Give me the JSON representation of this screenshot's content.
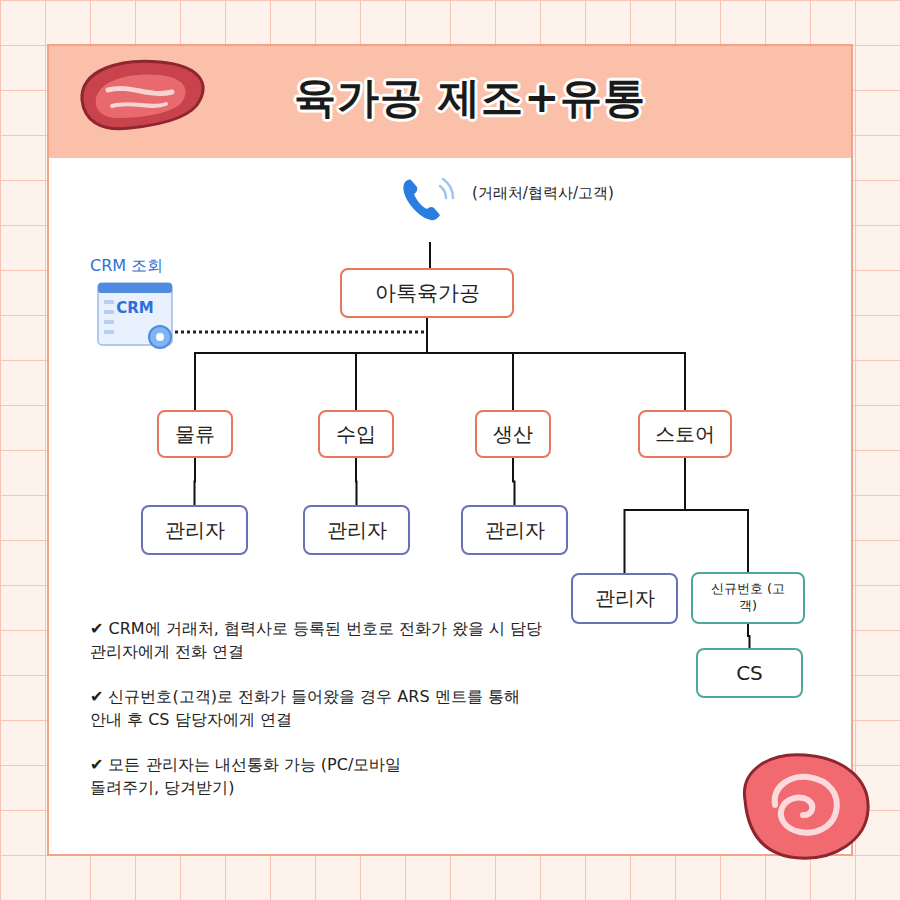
{
  "diagram": {
    "title": "육가공 제조+유통",
    "nodes": [
      {
        "text": [
          "아톡육가공"
        ]
      },
      {
        "text": [
          "물류"
        ]
      },
      {
        "text": [
          "수입"
        ]
      },
      {
        "text": [
          "생산"
        ]
      },
      {
        "text": [
          "스토어"
        ]
      },
      {
        "text": [
          "관리자"
        ]
      },
      {
        "text": [
          "관리자"
        ]
      },
      {
        "text": [
          "관리자"
        ]
      },
      {
        "text": [
          "관리자"
        ]
      },
      {
        "text": [
          "신규번호 (고객)"
        ]
      },
      {
        "text": [
          "CS"
        ]
      }
    ],
    "edges": [
      {
        "from": 0,
        "to": 1,
        "arrow": "none"
      },
      {
        "from": 0,
        "to": 2,
        "arrow": "none"
      },
      {
        "from": 0,
        "to": 3,
        "arrow": "none"
      },
      {
        "from": 0,
        "to": 4,
        "arrow": "none"
      },
      {
        "from": 1,
        "to": 5,
        "arrow": "none"
      },
      {
        "from": 2,
        "to": 6,
        "arrow": "none"
      },
      {
        "from": 3,
        "to": 7,
        "arrow": "none"
      },
      {
        "from": 4,
        "to": 8,
        "arrow": "none"
      },
      {
        "from": 4,
        "to": 9,
        "arrow": "none"
      },
      {
        "from": 9,
        "to": 10,
        "arrow": "none"
      }
    ],
    "labels": [
      "(거래처/협력사/고객)",
      "CRM 조회",
      "CRM",
      "✔ CRM에 거래처, 협력사로 등록된 번호로 전화가 왔을 시 담당 관리자에게 전화 연결",
      "✔ 신규번호(고객)로 전화가 들어왔을 경우 ARS 멘트를 통해 안내 후 CS 담당자에게 연결",
      "✔ 모든 관리자는 내선통화 가능 (PC/모바일 돌려주기, 당겨받기)"
    ]
  }
}
